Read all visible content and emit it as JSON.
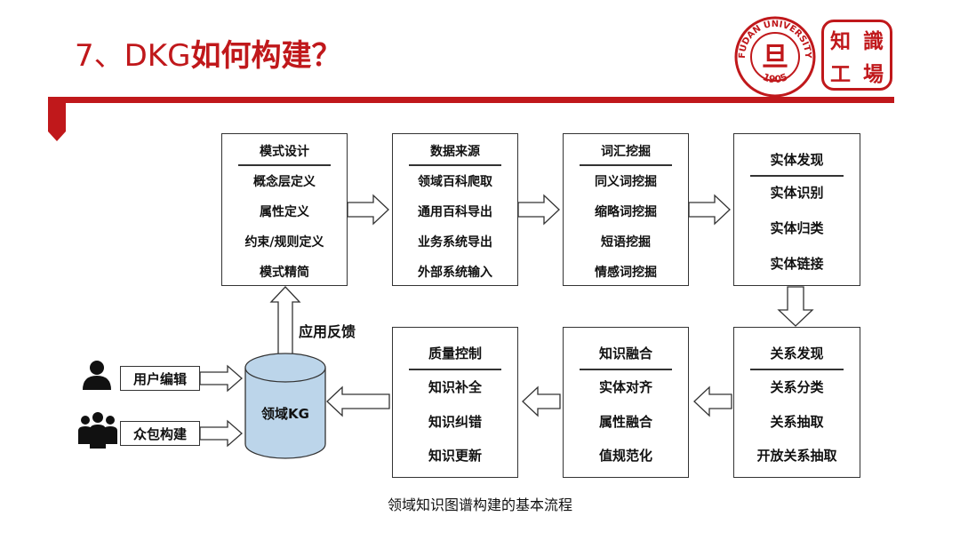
{
  "header": {
    "title_latin": "7、DKG",
    "title_cjk": "如何构建？",
    "seal_top": "FUDAN UNIVERSITY",
    "seal_year": "1905",
    "seal_center": "旦",
    "logo_chars": [
      "知",
      "識",
      "工",
      "場"
    ]
  },
  "colors": {
    "brand_red": "#c0181b",
    "db_fill": "#bcd5ea"
  },
  "boxes": {
    "schema": {
      "title": "模式设计",
      "items": [
        "概念层定义",
        "属性定义",
        "约束/规则定义",
        "模式精简"
      ]
    },
    "sources": {
      "title": "数据来源",
      "items": [
        "领域百科爬取",
        "通用百科导出",
        "业务系统导出",
        "外部系统输入"
      ]
    },
    "lexical": {
      "title": "词汇挖掘",
      "items": [
        "同义词挖掘",
        "缩略词挖掘",
        "短语挖掘",
        "情感词挖掘"
      ]
    },
    "entity": {
      "title": "实体发现",
      "items": [
        "实体识别",
        "实体归类",
        "实体链接"
      ]
    },
    "relation": {
      "title": "关系发现",
      "items": [
        "关系分类",
        "关系抽取",
        "开放关系抽取"
      ]
    },
    "fusion": {
      "title": "知识融合",
      "items": [
        "实体对齐",
        "属性融合",
        "值规范化"
      ]
    },
    "quality": {
      "title": "质量控制",
      "items": [
        "知识补全",
        "知识纠错",
        "知识更新"
      ]
    }
  },
  "db_label": "领域KG",
  "feedback_label": "应用反馈",
  "inputs": {
    "user_edit": "用户编辑",
    "crowd_build": "众包构建"
  },
  "caption": "领域知识图谱构建的基本流程"
}
